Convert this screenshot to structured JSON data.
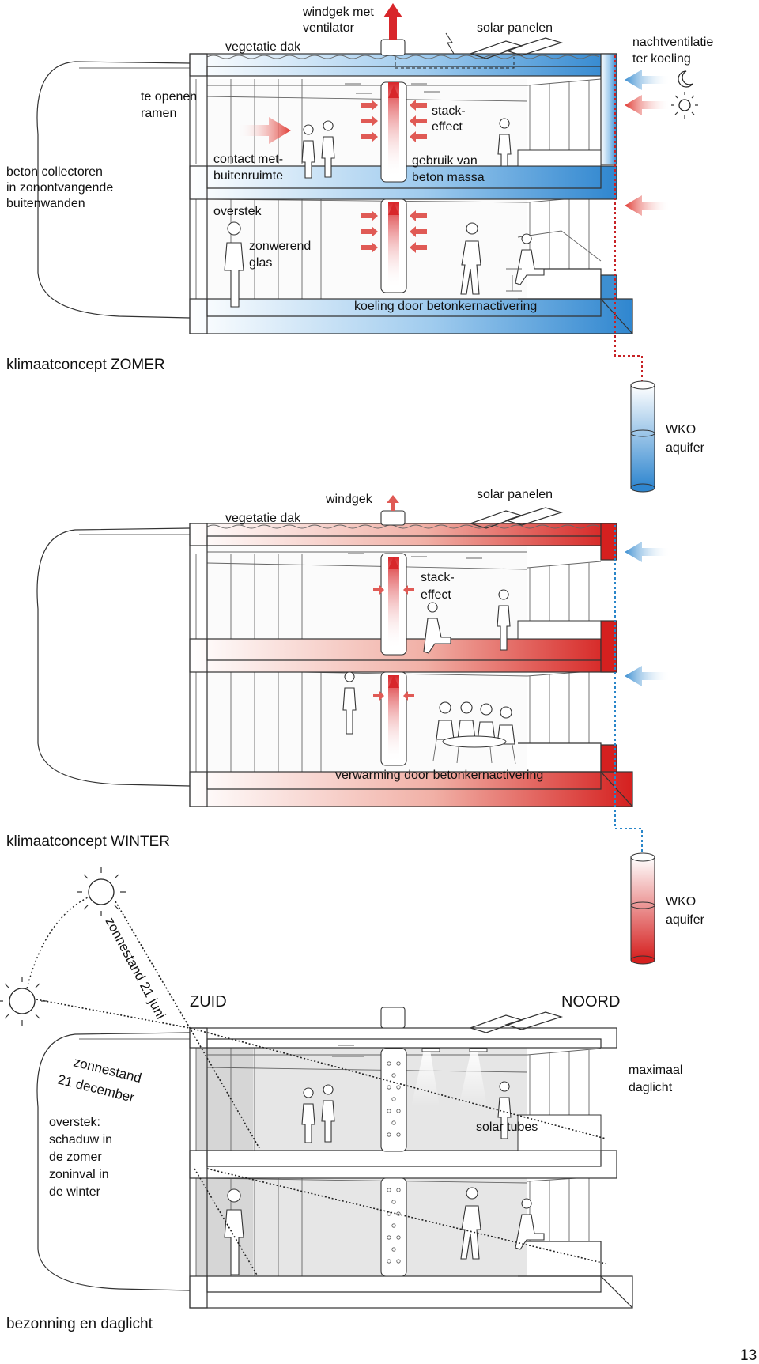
{
  "zomer": {
    "title": "klimaatconcept ZOMER",
    "labels": {
      "windgek_ventilator_1": "windgek met",
      "windgek_ventilator_2": "ventilator",
      "vegetatie_dak": "vegetatie dak",
      "solar_panelen": "solar panelen",
      "nachtventilatie_1": "nachtventilatie",
      "nachtventilatie_2": "ter koeling",
      "te_openen_1": "te openen",
      "te_openen_2": "ramen",
      "stack_1": "stack-",
      "stack_2": "effect",
      "beton_coll_1": "beton collectoren",
      "beton_coll_2": "in zonontvangende",
      "beton_coll_3": "buitenwanden",
      "contact_1": "contact met-",
      "contact_2": "buitenruimte",
      "gebruik_1": "gebruik van",
      "gebruik_2": "beton massa",
      "overstek": "overstek",
      "zonwerend_1": "zonwerend",
      "zonwerend_2": "glas",
      "koeling": "koeling door betonkernactivering",
      "wko_1": "WKO",
      "wko_2": "aquifer"
    },
    "icons": [
      "moon-icon",
      "sun-icon"
    ]
  },
  "winter": {
    "title": "klimaatconcept WINTER",
    "labels": {
      "windgek": "windgek",
      "solar_panelen": "solar panelen",
      "vegetatie_dak": "vegetatie dak",
      "stack_1": "stack-",
      "stack_2": "effect",
      "verwarming": "verwarming door betonkernactivering",
      "wko_1": "WKO",
      "wko_2": "aquifer"
    }
  },
  "bezonning": {
    "title": "bezonning en daglicht",
    "labels": {
      "zonnestand_juni": "zonnestand 21 juni",
      "zonnestand_dec_1": "zonnestand",
      "zonnestand_dec_2": "21 december",
      "zuid": "ZUID",
      "noord": "NOORD",
      "maximaal_1": "maximaal",
      "maximaal_2": "daglicht",
      "solar_tubes": "solar tubes",
      "overstek_1": "overstek:",
      "overstek_2": "schaduw in",
      "overstek_3": "de zomer",
      "overstek_4": "zoninval in",
      "overstek_5": "de winter"
    }
  },
  "page_number": "13",
  "colors": {
    "cool": "#3d8fd1",
    "warm": "#d8262a",
    "line": "#333333",
    "shade": "#e4e4e4"
  }
}
